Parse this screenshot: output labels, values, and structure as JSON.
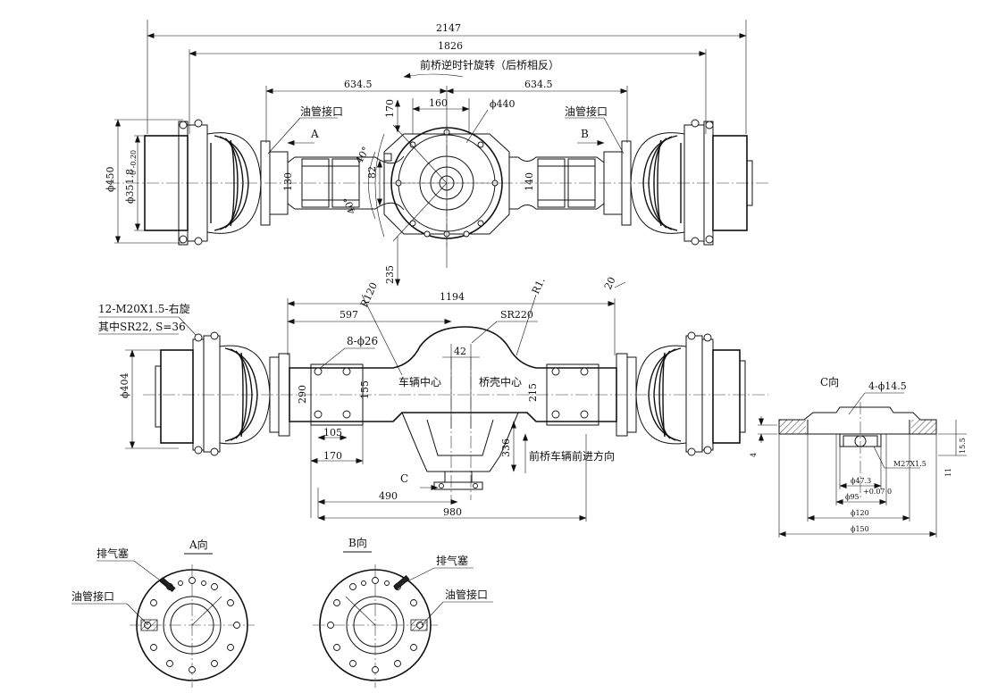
{
  "top_view": {
    "dim_overall": "2147",
    "dim_track": "1826",
    "rotation_note": "前桥逆时针旋转（后桥相反）",
    "dim_left_half": "634.5",
    "dim_right_half": "634.5",
    "dim_160": "160",
    "dim_phi440": "ϕ440",
    "dim_170": "170",
    "dim_phi450": "ϕ450",
    "dim_phi351": "ϕ351.8",
    "dim_phi351_tol": "0 -0.20",
    "dim_130": "130",
    "dim_140": "140",
    "dim_82": "82",
    "dim_40a": "40°",
    "dim_40b": "40°",
    "dim_235": "235",
    "oil_port_left": "油管接口",
    "oil_port_right": "油管接口",
    "view_a": "A",
    "view_b": "B"
  },
  "front_view": {
    "dim_r120": "R120",
    "dim_r1": "R1.",
    "dim_20": "20",
    "dim_1194": "1194",
    "dim_597": "597",
    "dim_sr220": "SR220",
    "thread_note": "12-M20X1.5-右旋",
    "sr_note": "其中SR22, S=36",
    "holes_note": "8-ϕ26",
    "dim_42": "42",
    "dim_phi404": "ϕ404",
    "vehicle_center": "车辆中心",
    "housing_center": "桥壳中心",
    "dim_290": "290",
    "dim_155": "155",
    "dim_215": "215",
    "dim_105": "105",
    "dim_170": "170",
    "dim_336": "336",
    "forward_note": "前桥车辆前进方向",
    "view_c": "C",
    "dim_490": "490",
    "dim_980": "980"
  },
  "c_view": {
    "title": "C向",
    "holes": "4-ϕ14.5",
    "dim_4": "4",
    "dim_15_5": "15.5",
    "dim_11": "11",
    "thread": "M27X1.5",
    "dim_47_3": "ϕ47.3",
    "dim_95": "ϕ95",
    "dim_95_tol": "+0.07 0",
    "dim_120": "ϕ120",
    "dim_150": "ϕ150"
  },
  "a_view": {
    "title": "A向",
    "vent_plug": "排气塞",
    "oil_port": "油管接口"
  },
  "b_view": {
    "title": "B向",
    "vent_plug": "排气塞",
    "oil_port": "油管接口"
  }
}
